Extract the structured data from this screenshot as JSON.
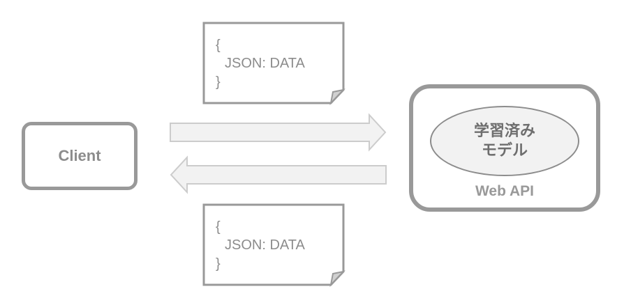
{
  "client": {
    "label": "Client"
  },
  "server": {
    "label": "Web API",
    "model": {
      "line1": "学習済み",
      "line2": "モデル"
    }
  },
  "request_payload": {
    "open": "{",
    "body": "JSON: DATA",
    "close": "}"
  },
  "response_payload": {
    "open": "{",
    "body": "JSON: DATA",
    "close": "}"
  },
  "colors": {
    "border": "#999999",
    "arrow_fill": "#f2f2f2",
    "arrow_stroke": "#cccccc",
    "text": "#8c8c8c"
  },
  "icons": {
    "request_arrow": "arrow-right-icon",
    "response_arrow": "arrow-left-icon",
    "payload_note": "dog-eared-note-icon"
  }
}
